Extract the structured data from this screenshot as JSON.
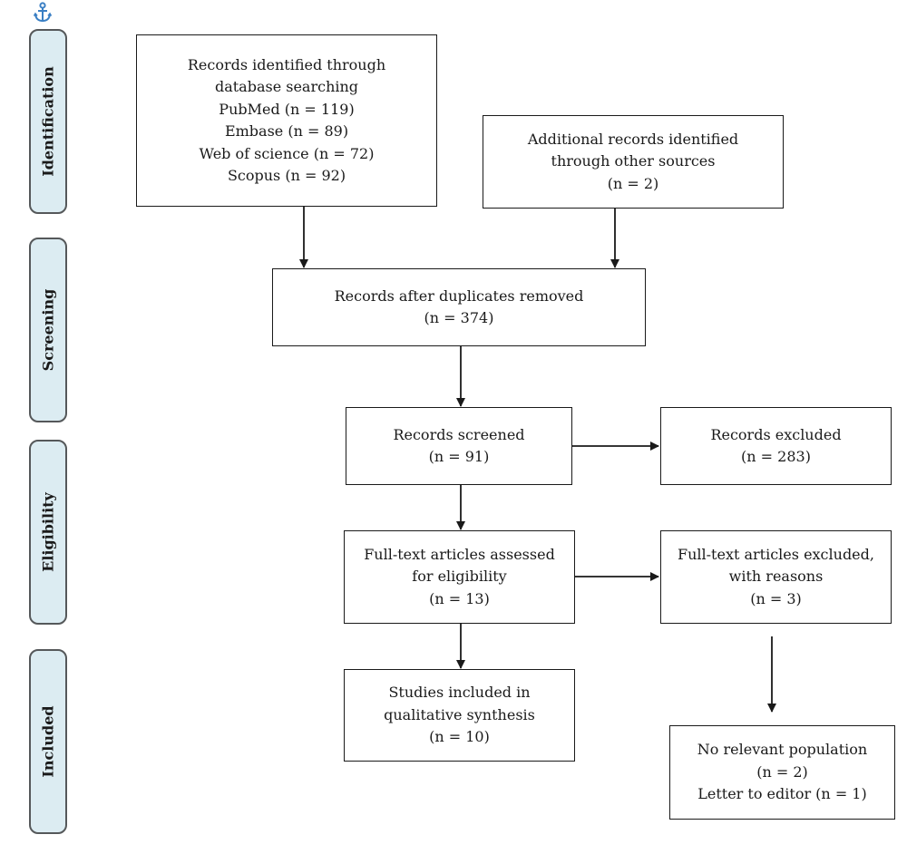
{
  "stages": {
    "identification": "Identification",
    "screening": "Screening",
    "eligibility": "Eligibility",
    "included": "Included"
  },
  "boxes": {
    "identified": {
      "lines": [
        "Records identified through",
        "database searching",
        "PubMed (n = 119)",
        "Embase (n = 89)",
        "Web of science (n = 72)",
        "Scopus (n = 92)"
      ]
    },
    "additional": {
      "lines": [
        "Additional records identified",
        "through other sources",
        "(n = 2)"
      ]
    },
    "duplicates_removed": {
      "lines": [
        "Records after duplicates removed",
        "(n = 374)"
      ]
    },
    "screened": {
      "lines": [
        "Records screened",
        "(n = 91)"
      ]
    },
    "excluded": {
      "lines": [
        "Records excluded",
        "(n = 283)"
      ]
    },
    "fulltext_assessed": {
      "lines": [
        "Full-text articles assessed",
        "for eligibility",
        "(n = 13)"
      ]
    },
    "fulltext_excluded": {
      "lines": [
        "Full-text articles excluded,",
        "with reasons",
        "(n = 3)"
      ]
    },
    "included": {
      "lines": [
        "Studies included in",
        "qualitative synthesis",
        "(n = 10)"
      ]
    },
    "reasons": {
      "lines": [
        "No relevant population",
        "(n = 2)",
        "Letter to editor (n = 1)"
      ]
    }
  },
  "colors": {
    "stage_fill": "#dcecf2",
    "stage_border": "#55585a",
    "anchor": "#3a7fc4",
    "line": "#1a1a1a"
  },
  "icons": {
    "anchor": "anchor-icon"
  }
}
